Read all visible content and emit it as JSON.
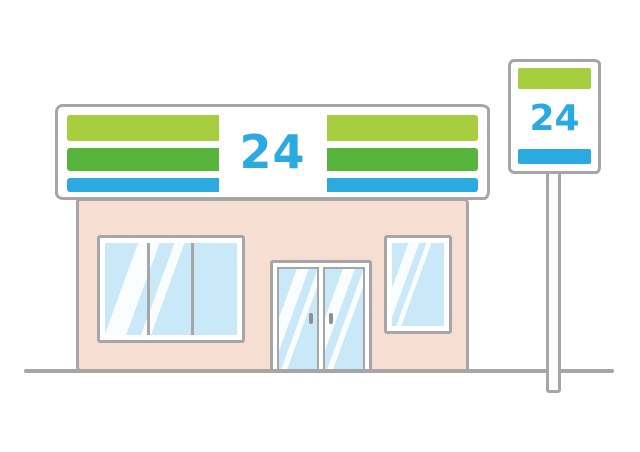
{
  "illustration": {
    "subject": "24-hour convenience store building with pole sign",
    "fascia_sign": {
      "text": "24"
    },
    "pole_sign": {
      "text": "24"
    },
    "colors": {
      "stripe_light_green": "#a6ce3e",
      "stripe_green": "#57b43c",
      "stripe_blue": "#2baae2",
      "sign_text_blue": "#2baae2",
      "facade_pink": "#f7ded3",
      "glass_blue": "#c9e9f8",
      "window_frame_white": "#ffffff",
      "door_handle_gray": "#8f8f8f",
      "outline_gray": "#a6a6a6",
      "ground_gray": "#a6a6a6",
      "pole_white": "#fcfcfc",
      "background_white": "#ffffff"
    }
  }
}
